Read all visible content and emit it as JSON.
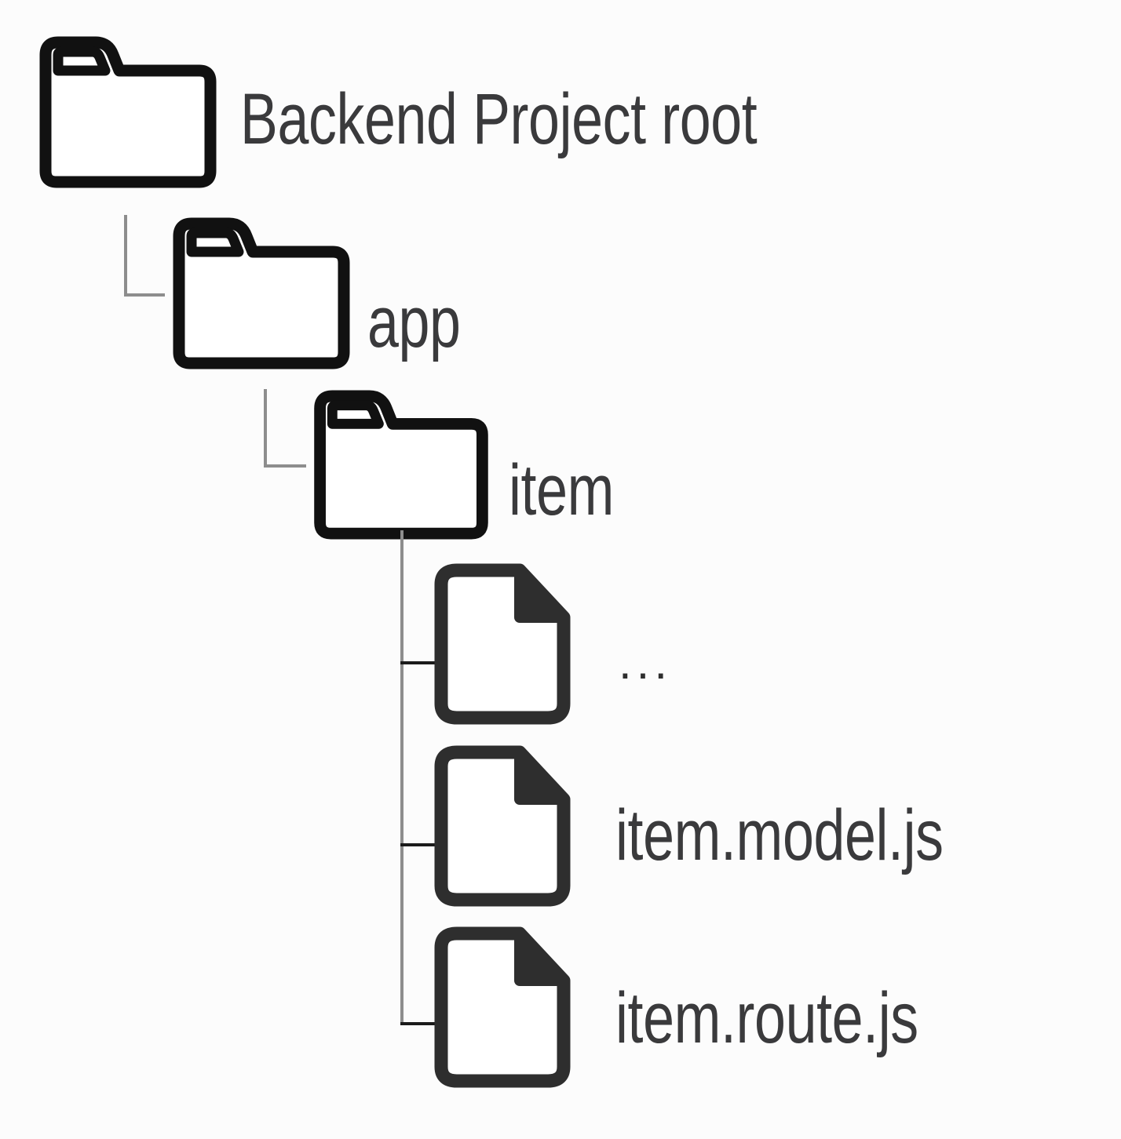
{
  "diagram": {
    "title": "Backend project folder structure tree",
    "background_color": "#fcfcfc",
    "label_color": "#3a3a3c",
    "connector_color": "#8d8d8d",
    "icon_stroke_color": "#111111",
    "file_icon_stroke_color": "#2e2e2e"
  },
  "tree": {
    "root": {
      "label": "Backend Project root",
      "icon": "folder-icon",
      "depth": 0
    },
    "level1": {
      "label": "app",
      "icon": "folder-icon",
      "depth": 1
    },
    "level2": {
      "label": "item",
      "icon": "folder-icon",
      "depth": 2
    },
    "children": [
      {
        "label": "...",
        "icon": "file-icon",
        "depth": 3
      },
      {
        "label": "item.model.js",
        "icon": "file-icon",
        "depth": 3
      },
      {
        "label": "item.route.js",
        "icon": "file-icon",
        "depth": 3
      }
    ]
  }
}
